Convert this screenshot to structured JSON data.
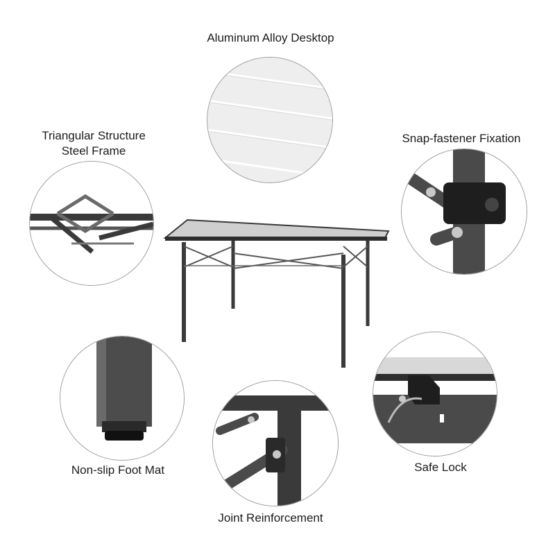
{
  "features": {
    "desktop": "Aluminum Alloy Desktop",
    "frame_line1": "Triangular Structure",
    "frame_line2": "Steel Frame",
    "fixation": "Snap-fastener Fixation",
    "foot": "Non-slip Foot Mat",
    "joint": "Joint Reinforcement",
    "lock": "Safe Lock"
  },
  "colors": {
    "frame_dark": "#3a3a3a",
    "tabletop": "#cfcfcf",
    "circle_border": "#9a9a9a"
  }
}
